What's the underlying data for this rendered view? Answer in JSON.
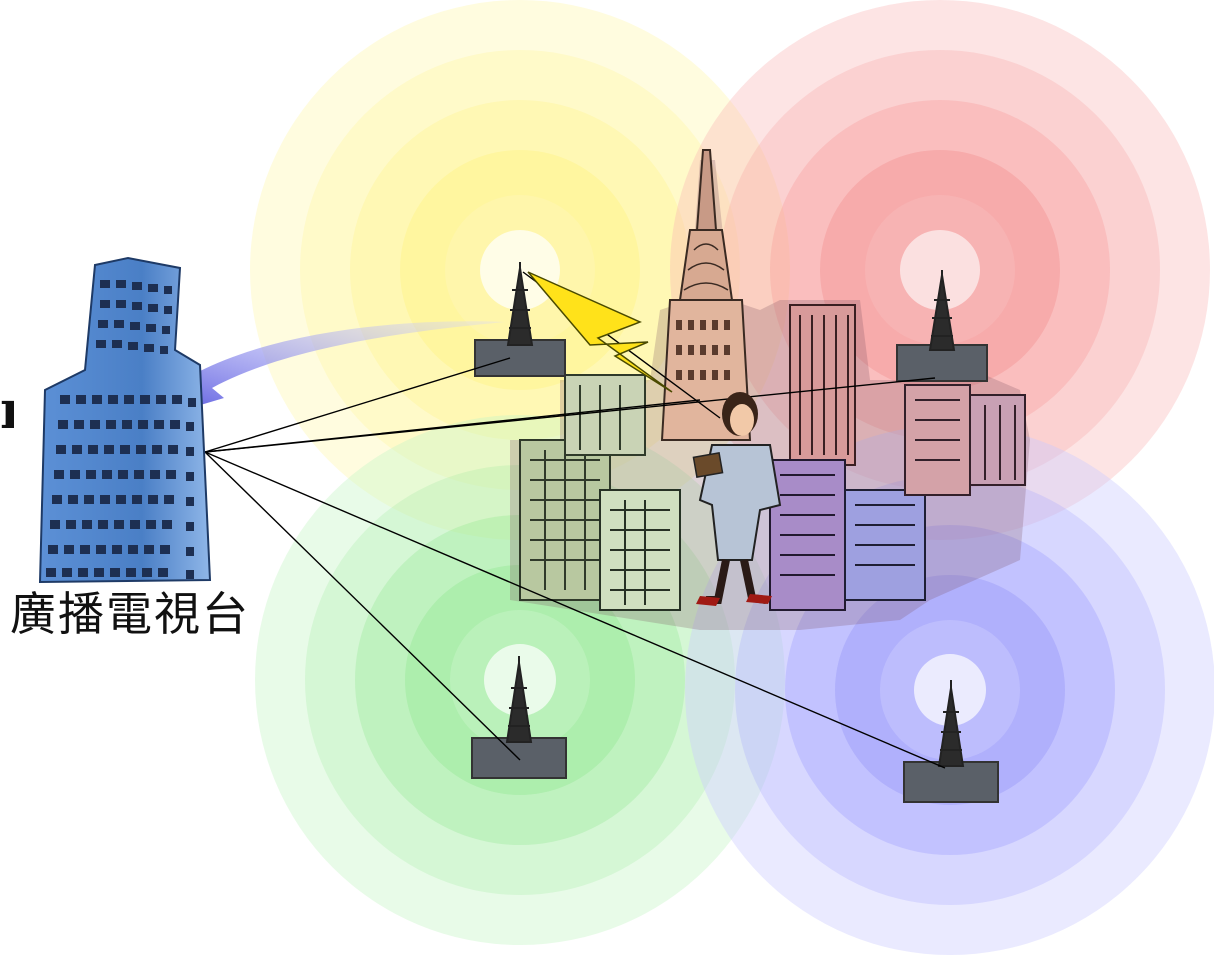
{
  "station": {
    "label": "廣播電視台"
  },
  "edge_fragment": "n",
  "coverage_cells": [
    {
      "name": "yellow-cell",
      "color": "#ffe94a"
    },
    {
      "name": "red-cell",
      "color": "#f25050"
    },
    {
      "name": "green-cell",
      "color": "#66e066"
    },
    {
      "name": "blue-cell",
      "color": "#6a6aff"
    }
  ],
  "colors": {
    "building": "#4f86cf",
    "uplink_arrow": "#5b5be0",
    "lightning": "#ffe21a",
    "link_line": "#000000"
  }
}
